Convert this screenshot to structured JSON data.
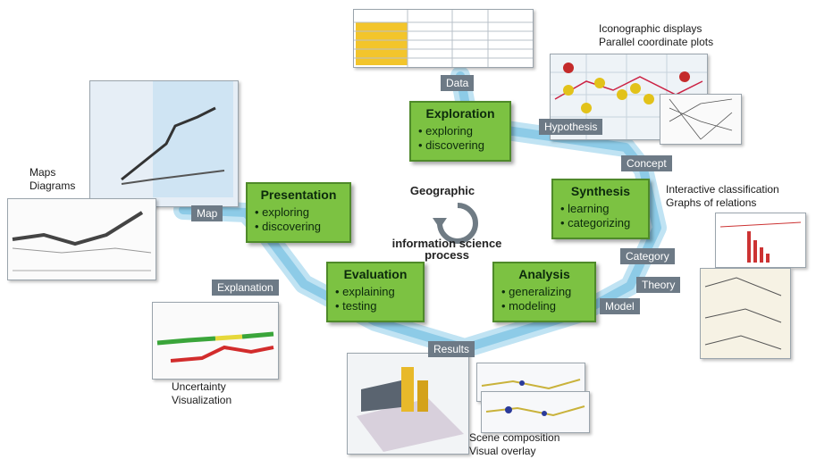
{
  "center": {
    "line1": "Geographic",
    "line2": "information science",
    "line3": "process"
  },
  "stages": {
    "exploration": {
      "title": "Exploration",
      "items": [
        "exploring",
        "discovering"
      ]
    },
    "synthesis": {
      "title": "Synthesis",
      "items": [
        "learning",
        "categorizing"
      ]
    },
    "analysis": {
      "title": "Analysis",
      "items": [
        "generalizing",
        "modeling"
      ]
    },
    "evaluation": {
      "title": "Evaluation",
      "items": [
        "explaining",
        "testing"
      ]
    },
    "presentation": {
      "title": "Presentation",
      "items": [
        "exploring",
        "discovering"
      ]
    }
  },
  "labels": {
    "data": "Data",
    "hypothesis": "Hypothesis",
    "concept": "Concept",
    "category": "Category",
    "theory": "Theory",
    "model": "Model",
    "results": "Results",
    "explanation": "Explanation",
    "map": "Map"
  },
  "captions": {
    "iconographic": "Iconographic displays",
    "parallel": "Parallel coordinate plots",
    "interactive": "Interactive classification",
    "graphs": "Graphs of relations",
    "maps": "Maps",
    "diagrams": "Diagrams",
    "uncertainty": "Uncertainty",
    "visualization": "Visualization",
    "scene": "Scene composition",
    "overlay": "Visual overlay"
  },
  "colors": {
    "box": "#7cc242",
    "box_border": "#4f8a2a",
    "label": "#6d7a86",
    "path": "#9fd3ec"
  }
}
